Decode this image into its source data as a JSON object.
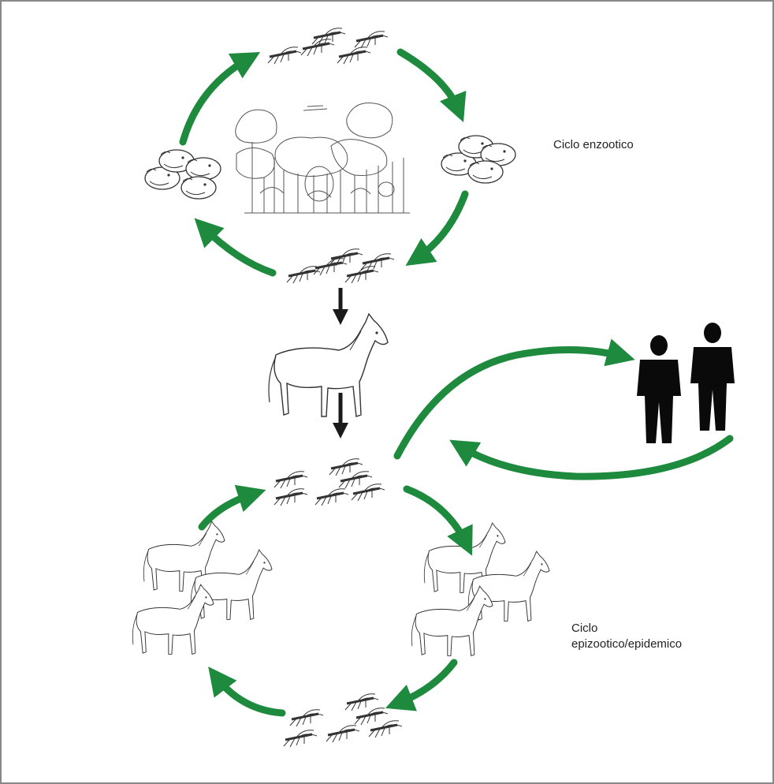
{
  "labels": {
    "enzootic": "Ciclo enzootico",
    "epizootic_line1": "Ciclo",
    "epizootic_line2": "epizootico/epidemico"
  },
  "colors": {
    "cycle_arrow": "#1e8a3e",
    "down_arrow": "#1a1a1a",
    "line_art": "#333333",
    "human_silhouette": "#0a0a0a",
    "frame": "#888888"
  },
  "icons": {
    "mosquito": "mosquito-swarm-icon",
    "rodent": "rodent-group-icon",
    "forest": "forest-icon",
    "horse": "horse-icon",
    "human": "human-silhouette-icon"
  }
}
